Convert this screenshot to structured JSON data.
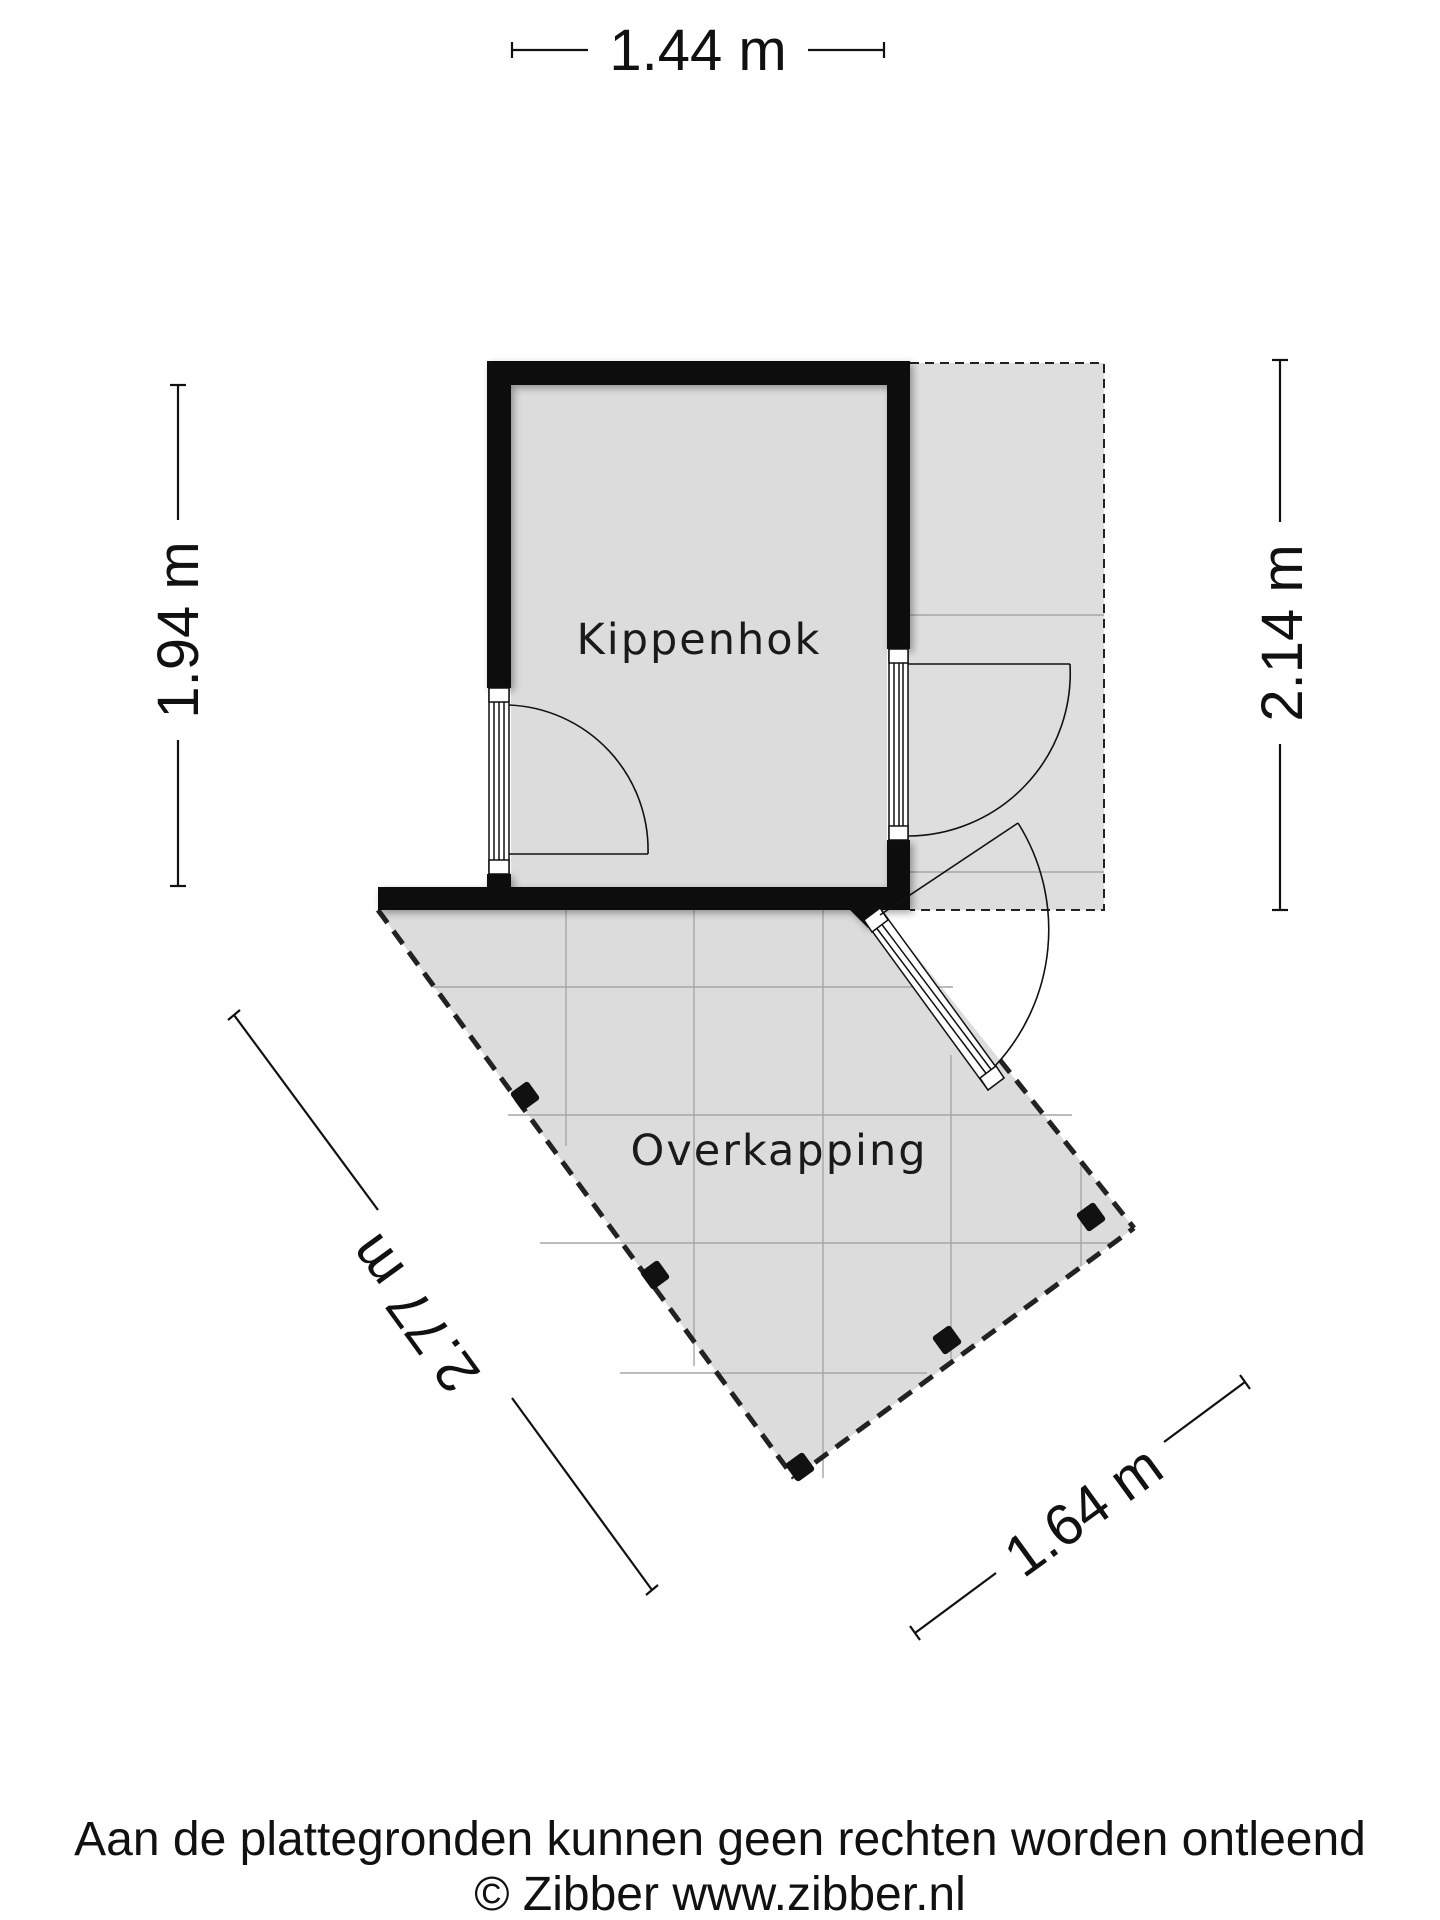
{
  "rooms": {
    "kippenhok": "Kippenhok",
    "overkapping": "Overkapping"
  },
  "dimensions": {
    "top_width": "1.44 m",
    "left_height": "1.94 m",
    "right_height": "2.14 m",
    "diagonal_left": "2.77 m",
    "diagonal_right": "1.64 m"
  },
  "footer": {
    "disclaimer": "Aan de plattegronden kunnen geen rechten worden ontleend",
    "copyright": "© Zibber www.zibber.nl"
  },
  "colors": {
    "wall": "#111111",
    "floor": "#dcdcdc",
    "grid": "#a9a9a9",
    "dimension": "#111111"
  }
}
